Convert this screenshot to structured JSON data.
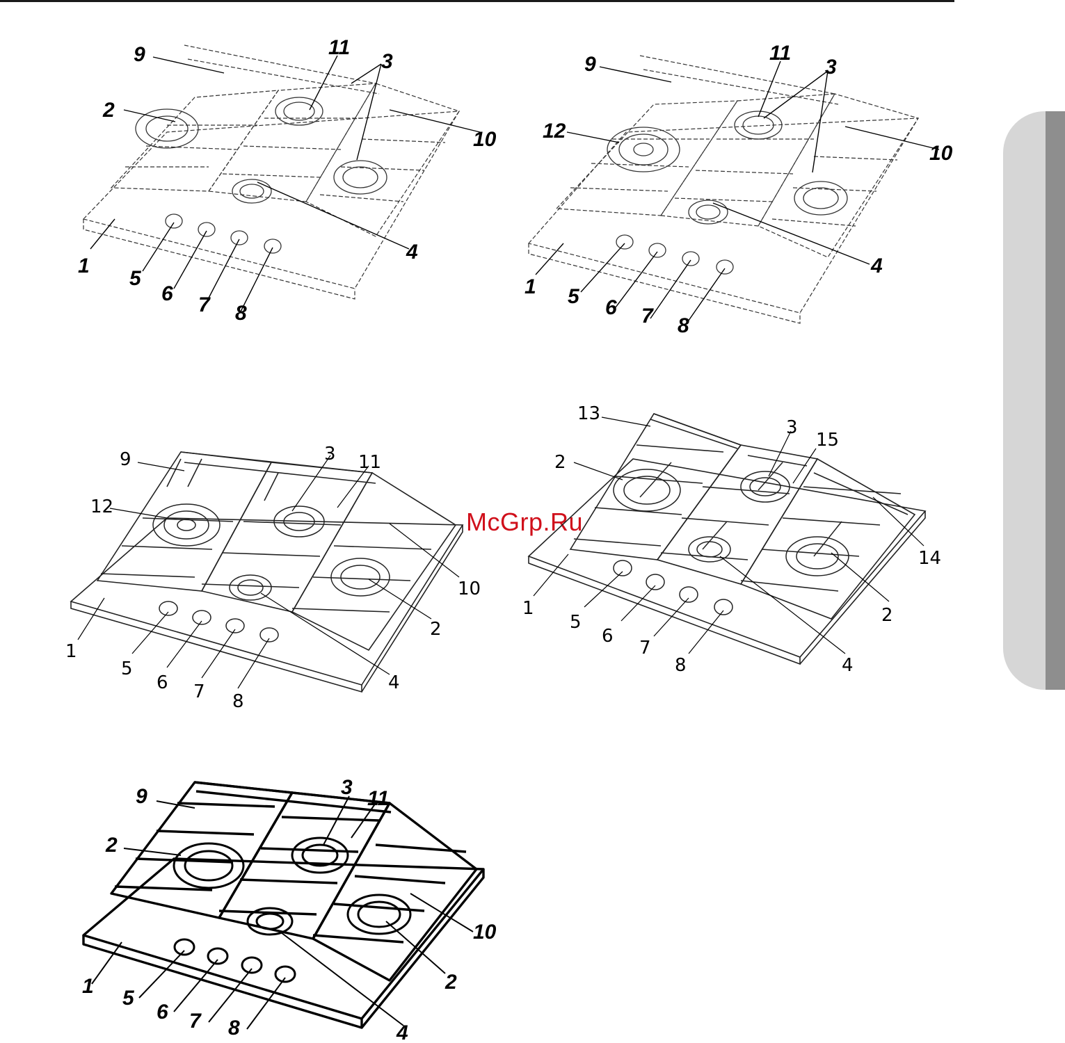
{
  "watermark": "McGrp.Ru",
  "figures": [
    {
      "id": "fig-a",
      "labels": [
        "9",
        "11",
        "3",
        "2",
        "10",
        "4",
        "1",
        "5",
        "6",
        "7",
        "8"
      ]
    },
    {
      "id": "fig-b",
      "labels": [
        "9",
        "11",
        "3",
        "12",
        "10",
        "4",
        "1",
        "5",
        "6",
        "7",
        "8"
      ]
    },
    {
      "id": "fig-c",
      "labels": [
        "9",
        "3",
        "11",
        "12",
        "10",
        "2",
        "1",
        "5",
        "6",
        "7",
        "8",
        "4"
      ]
    },
    {
      "id": "fig-d",
      "labels": [
        "13",
        "3",
        "15",
        "2",
        "14",
        "1",
        "2",
        "5",
        "6",
        "7",
        "8",
        "4"
      ]
    },
    {
      "id": "fig-e",
      "labels": [
        "9",
        "3",
        "11",
        "2",
        "10",
        "2",
        "1",
        "5",
        "6",
        "7",
        "8",
        "4"
      ]
    }
  ]
}
